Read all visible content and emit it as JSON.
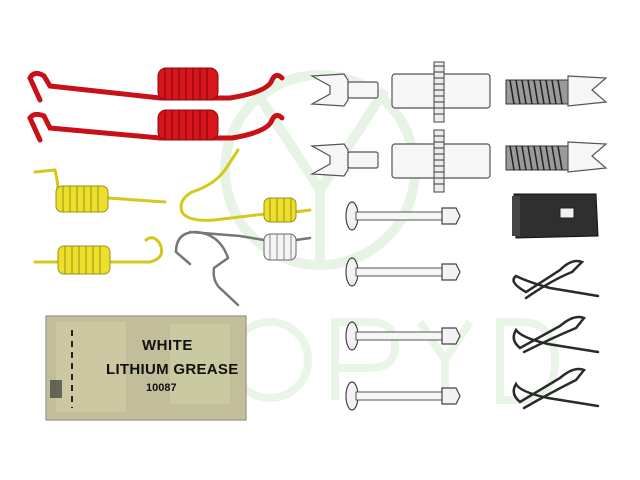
{
  "grease_packet": {
    "label_line1": "WHITE",
    "label_line2": "LITHIUM GREASE",
    "part_number": "10087"
  },
  "watermark": {
    "text": "WOPYD",
    "color": "#cfe8c8"
  },
  "colors": {
    "spring_red": "#d8141c",
    "spring_yellow": "#e8df2e",
    "spring_white": "#f2f2f2",
    "metal_outline": "#555555",
    "clip_dark": "#333333",
    "block_dark": "#2f2f2f"
  }
}
